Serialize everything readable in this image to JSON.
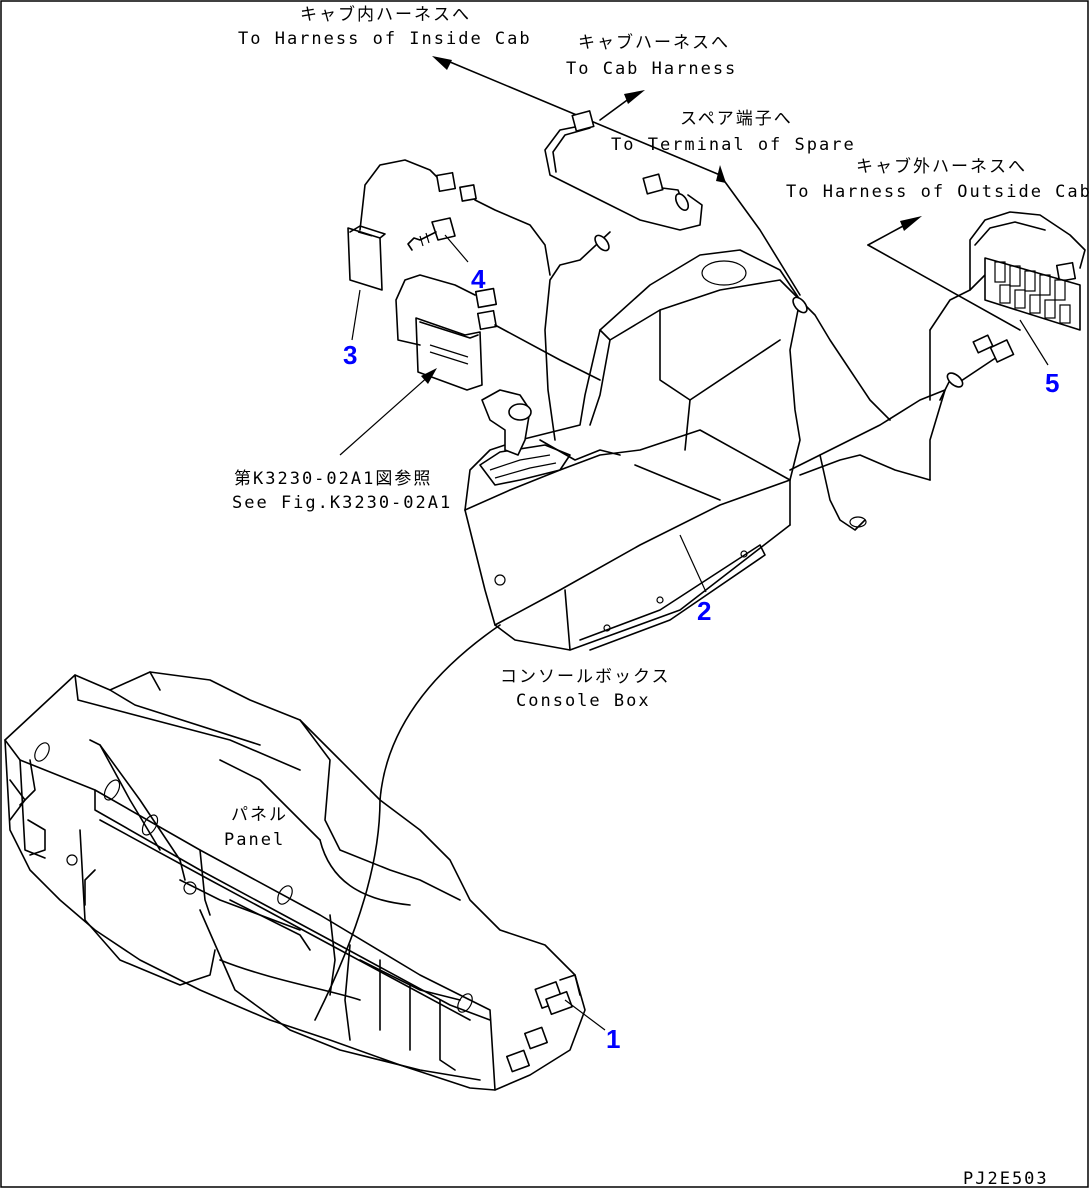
{
  "labels": {
    "inside_cab_jp": "キャブ内ハーネスへ",
    "inside_cab_en": "To Harness of Inside Cab",
    "cab_harness_jp": "キャブハーネスへ",
    "cab_harness_en": "To Cab Harness",
    "spare_jp": "スペア端子へ",
    "spare_en": "To Terminal of Spare",
    "outside_cab_jp": "キャブ外ハーネスへ",
    "outside_cab_en": "To Harness of Outside Cab",
    "see_fig_jp": "第K3230-02A1図参照",
    "see_fig_en": "See Fig.K3230-02A1",
    "console_jp": "コンソールボックス",
    "console_en": "Console Box",
    "panel_jp": "パネル",
    "panel_en": "Panel",
    "drawing_code": "PJ2E503"
  },
  "callouts": [
    "1",
    "2",
    "3",
    "4",
    "5"
  ],
  "colors": {
    "callout": "#0000ff",
    "lines": "#000000",
    "background": "#ffffff"
  }
}
